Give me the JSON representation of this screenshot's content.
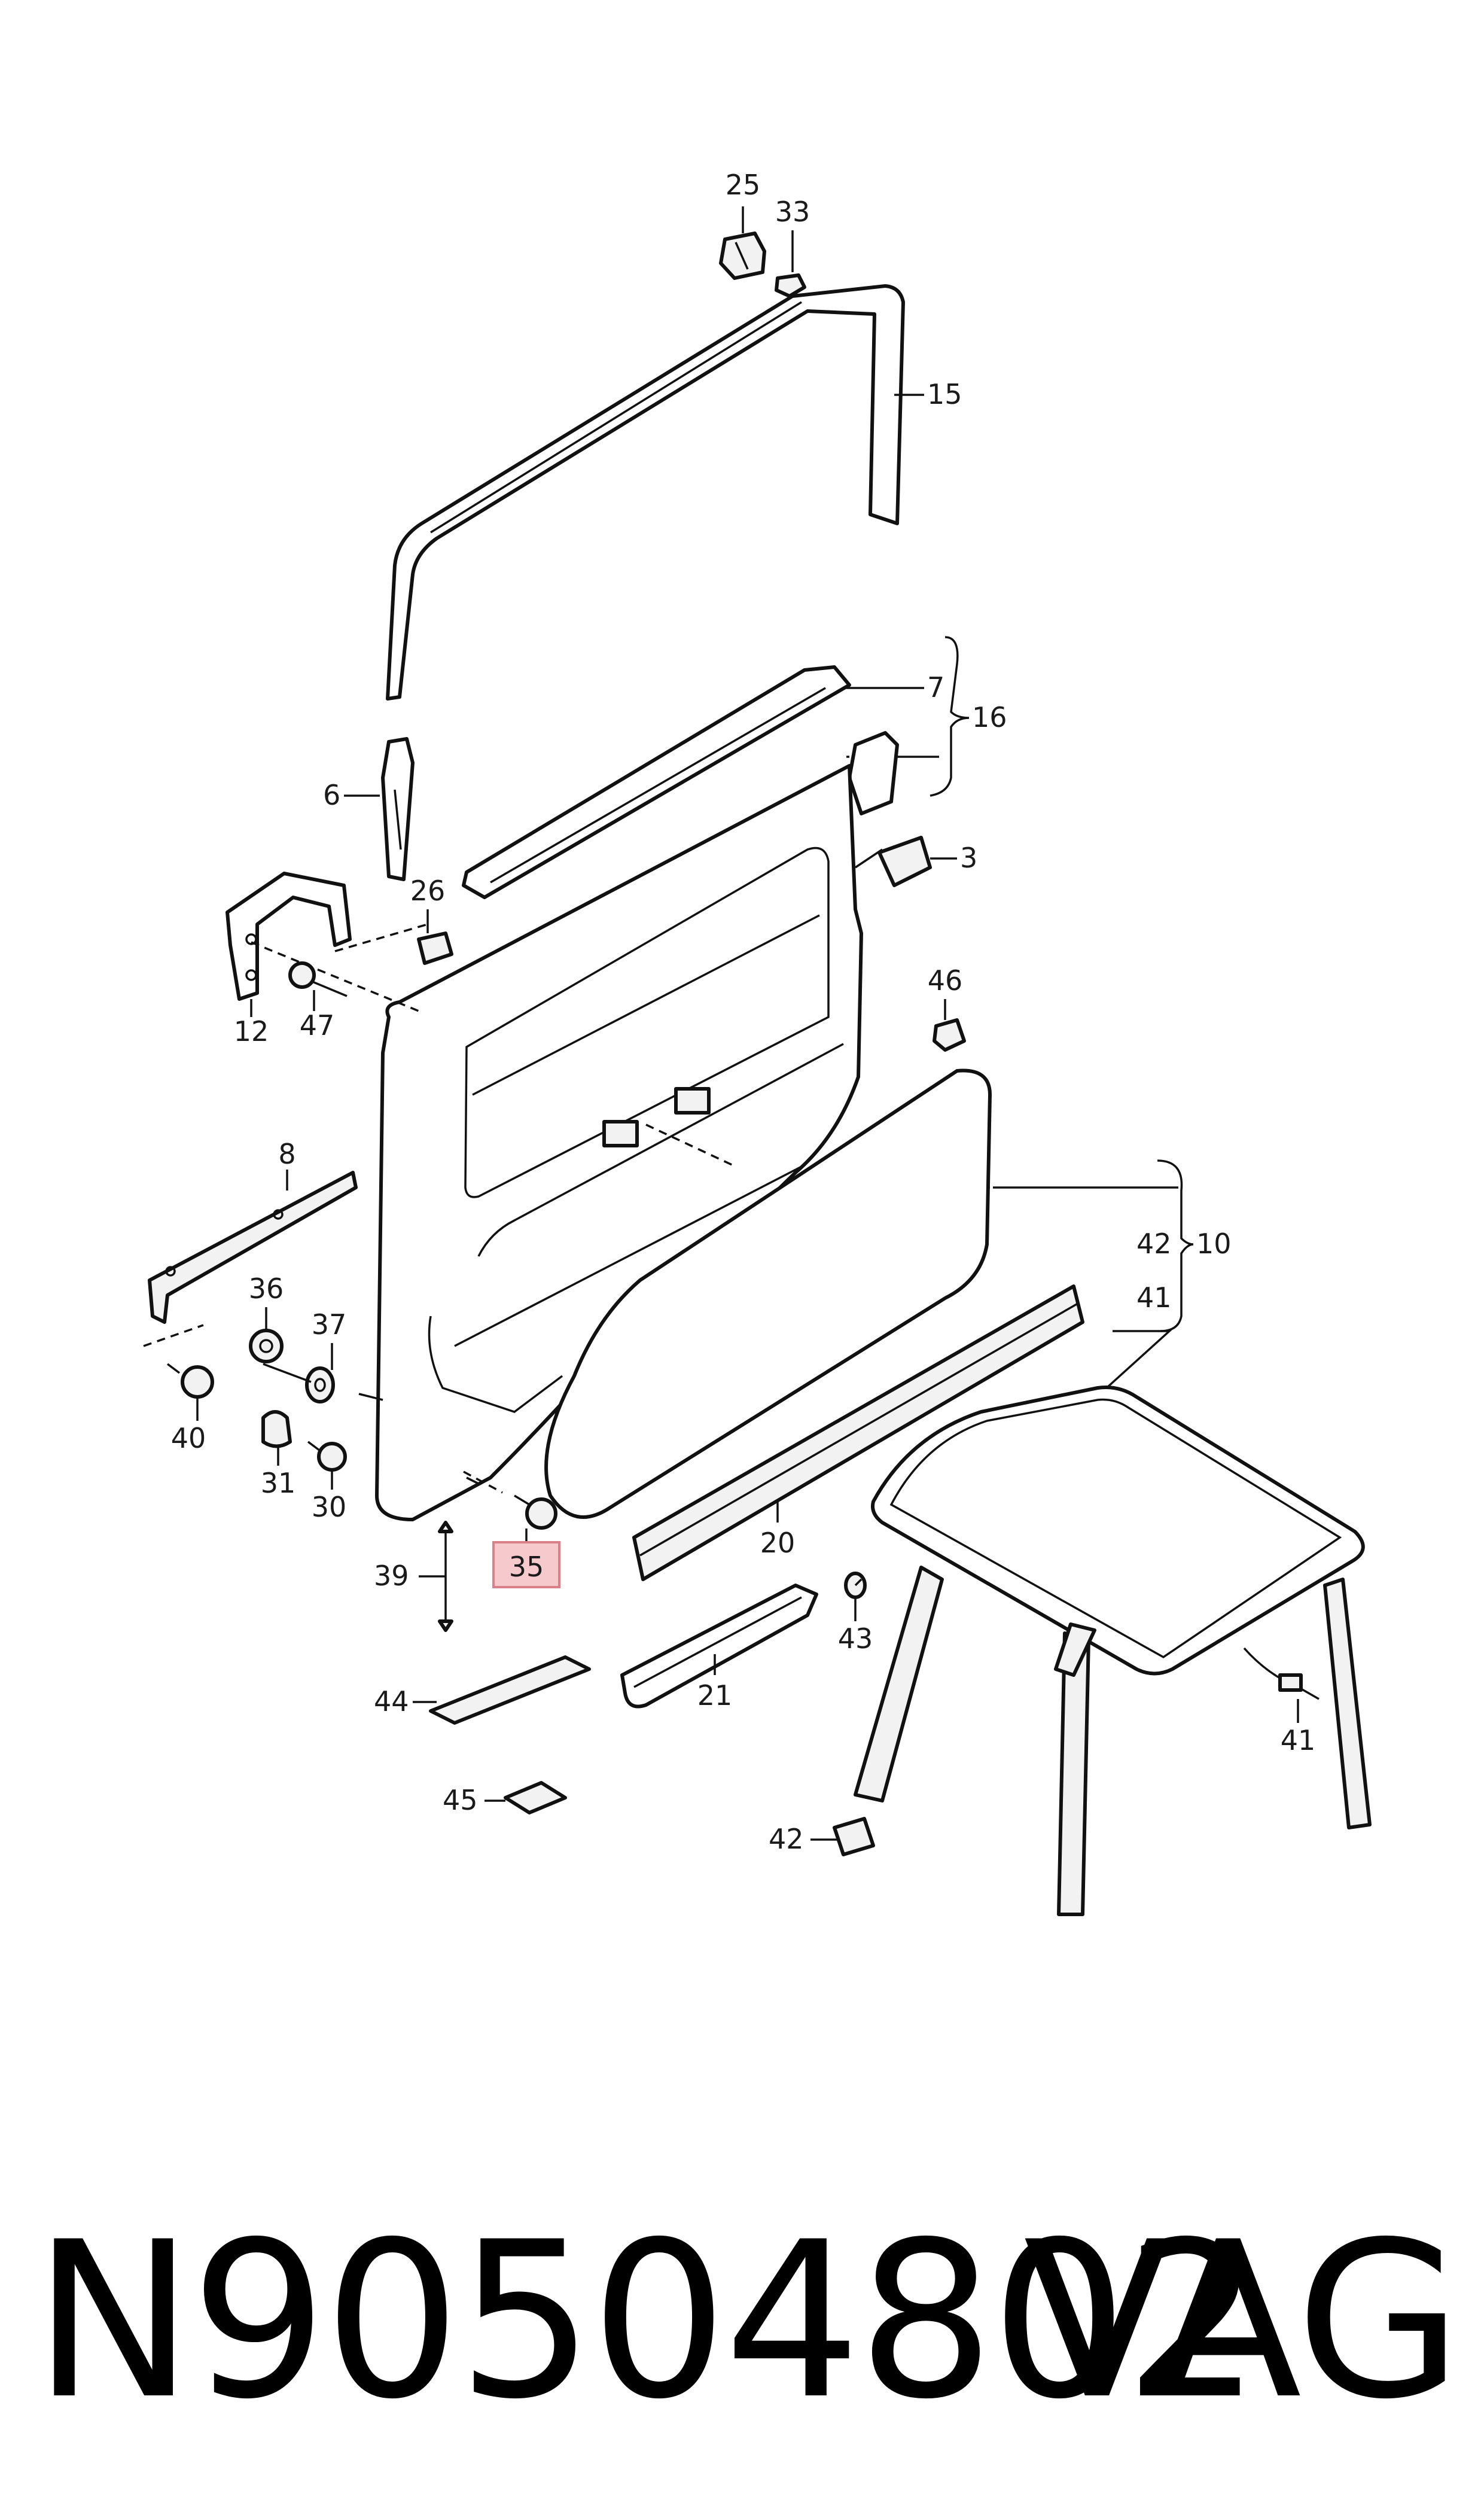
{
  "diagram": {
    "highlight_color": "#f6c9cd",
    "callouts": [
      {
        "key": "c25",
        "label": "25"
      },
      {
        "key": "c33",
        "label": "33"
      },
      {
        "key": "c15",
        "label": "15"
      },
      {
        "key": "c7",
        "label": "7"
      },
      {
        "key": "c16",
        "label": "16"
      },
      {
        "key": "c6",
        "label": "6"
      },
      {
        "key": "c3",
        "label": "3"
      },
      {
        "key": "c26",
        "label": "26"
      },
      {
        "key": "c46",
        "label": "46"
      },
      {
        "key": "c12",
        "label": "12"
      },
      {
        "key": "c47",
        "label": "47"
      },
      {
        "key": "c8",
        "label": "8"
      },
      {
        "key": "c42a",
        "label": "42"
      },
      {
        "key": "c10",
        "label": "10"
      },
      {
        "key": "c41a",
        "label": "41"
      },
      {
        "key": "c36",
        "label": "36"
      },
      {
        "key": "c37",
        "label": "37"
      },
      {
        "key": "c40",
        "label": "40"
      },
      {
        "key": "c31",
        "label": "31"
      },
      {
        "key": "c30",
        "label": "30"
      },
      {
        "key": "c35",
        "label": "35",
        "highlighted": true
      },
      {
        "key": "c39",
        "label": "39"
      },
      {
        "key": "c20",
        "label": "20"
      },
      {
        "key": "c43",
        "label": "43"
      },
      {
        "key": "c44",
        "label": "44"
      },
      {
        "key": "c21",
        "label": "21"
      },
      {
        "key": "c41b",
        "label": "41"
      },
      {
        "key": "c45",
        "label": "45"
      },
      {
        "key": "c42b",
        "label": "42"
      }
    ]
  },
  "caption": {
    "part_number": "N90504802",
    "brand": "VAG"
  }
}
